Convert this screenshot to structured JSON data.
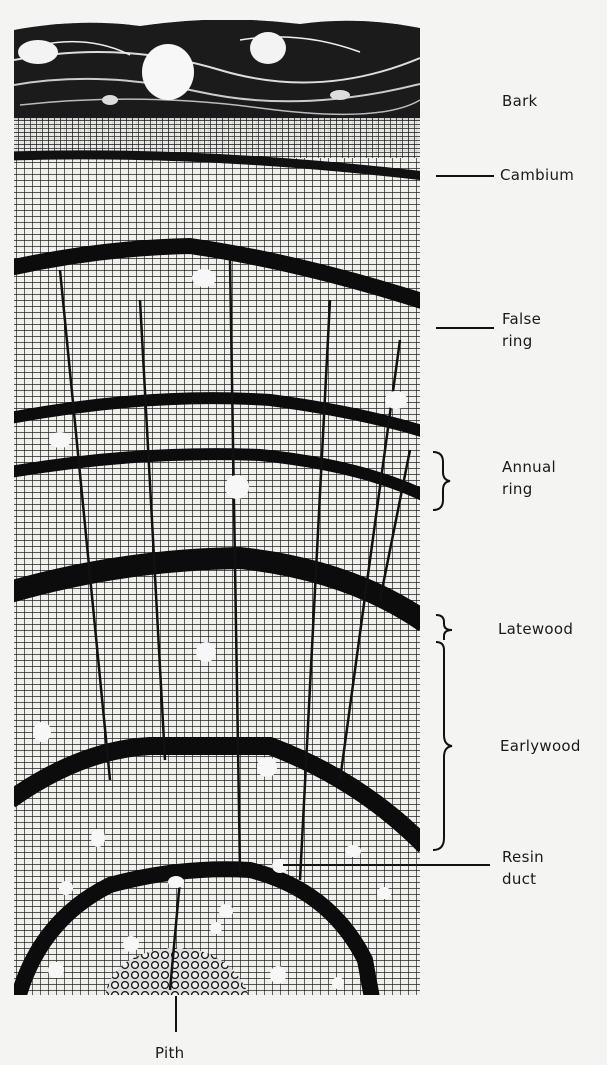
{
  "labels": {
    "bark": "Bark",
    "cambium": "Cambium",
    "false_ring_1": "False",
    "false_ring_2": "ring",
    "annual_ring_1": "Annual",
    "annual_ring_2": "ring",
    "latewood": "Latewood",
    "earlywood": "Earlywood",
    "resin_duct_1": "Resin",
    "resin_duct_2": "duct",
    "pith": "Pith"
  },
  "colors": {
    "ink": "#111111",
    "paper": "#f4f4f2",
    "duct": "#f7f7f7"
  }
}
